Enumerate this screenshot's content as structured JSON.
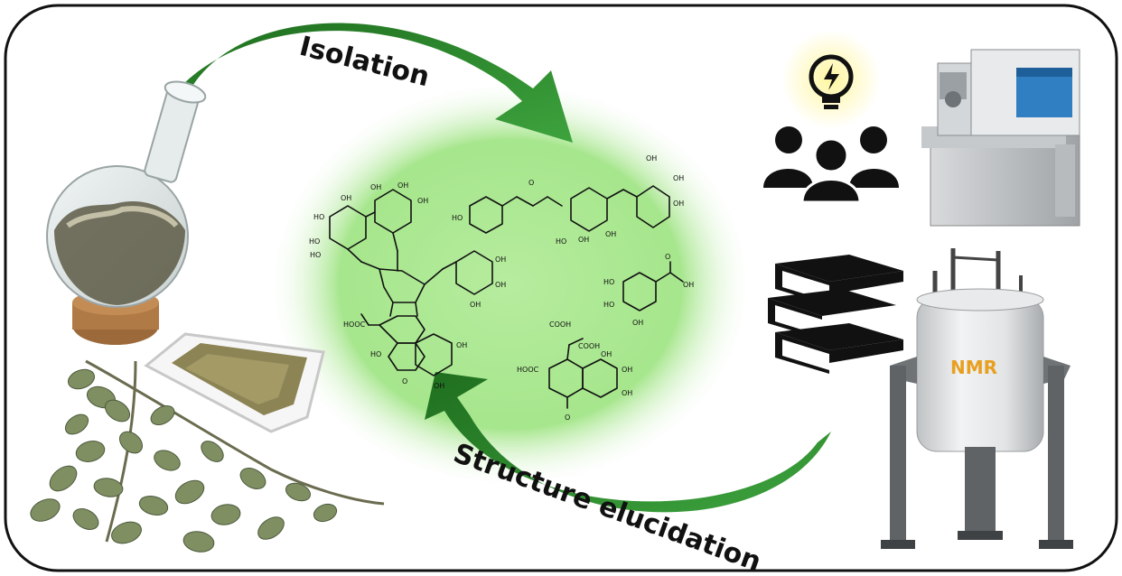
{
  "labels": {
    "isolation": "Isolation",
    "structure_elucidation": "Structure elucidation",
    "nmr": "NMR"
  },
  "chem_labels": {
    "oh": "OH",
    "ho": "HO",
    "o": "O",
    "hooc": "HOOC",
    "cooh": "COOH"
  },
  "colors": {
    "arrow_green": "#2e8b2e",
    "glow_green": "#9fe08a",
    "nmr_text": "#e8a020",
    "frame": "#111111"
  },
  "icons": [
    "round-bottom-flask",
    "plant-leaves",
    "powder-tray",
    "team-idea-icon",
    "lightbulb-icon",
    "mass-spectrometer",
    "books-icon",
    "nmr-magnet"
  ]
}
